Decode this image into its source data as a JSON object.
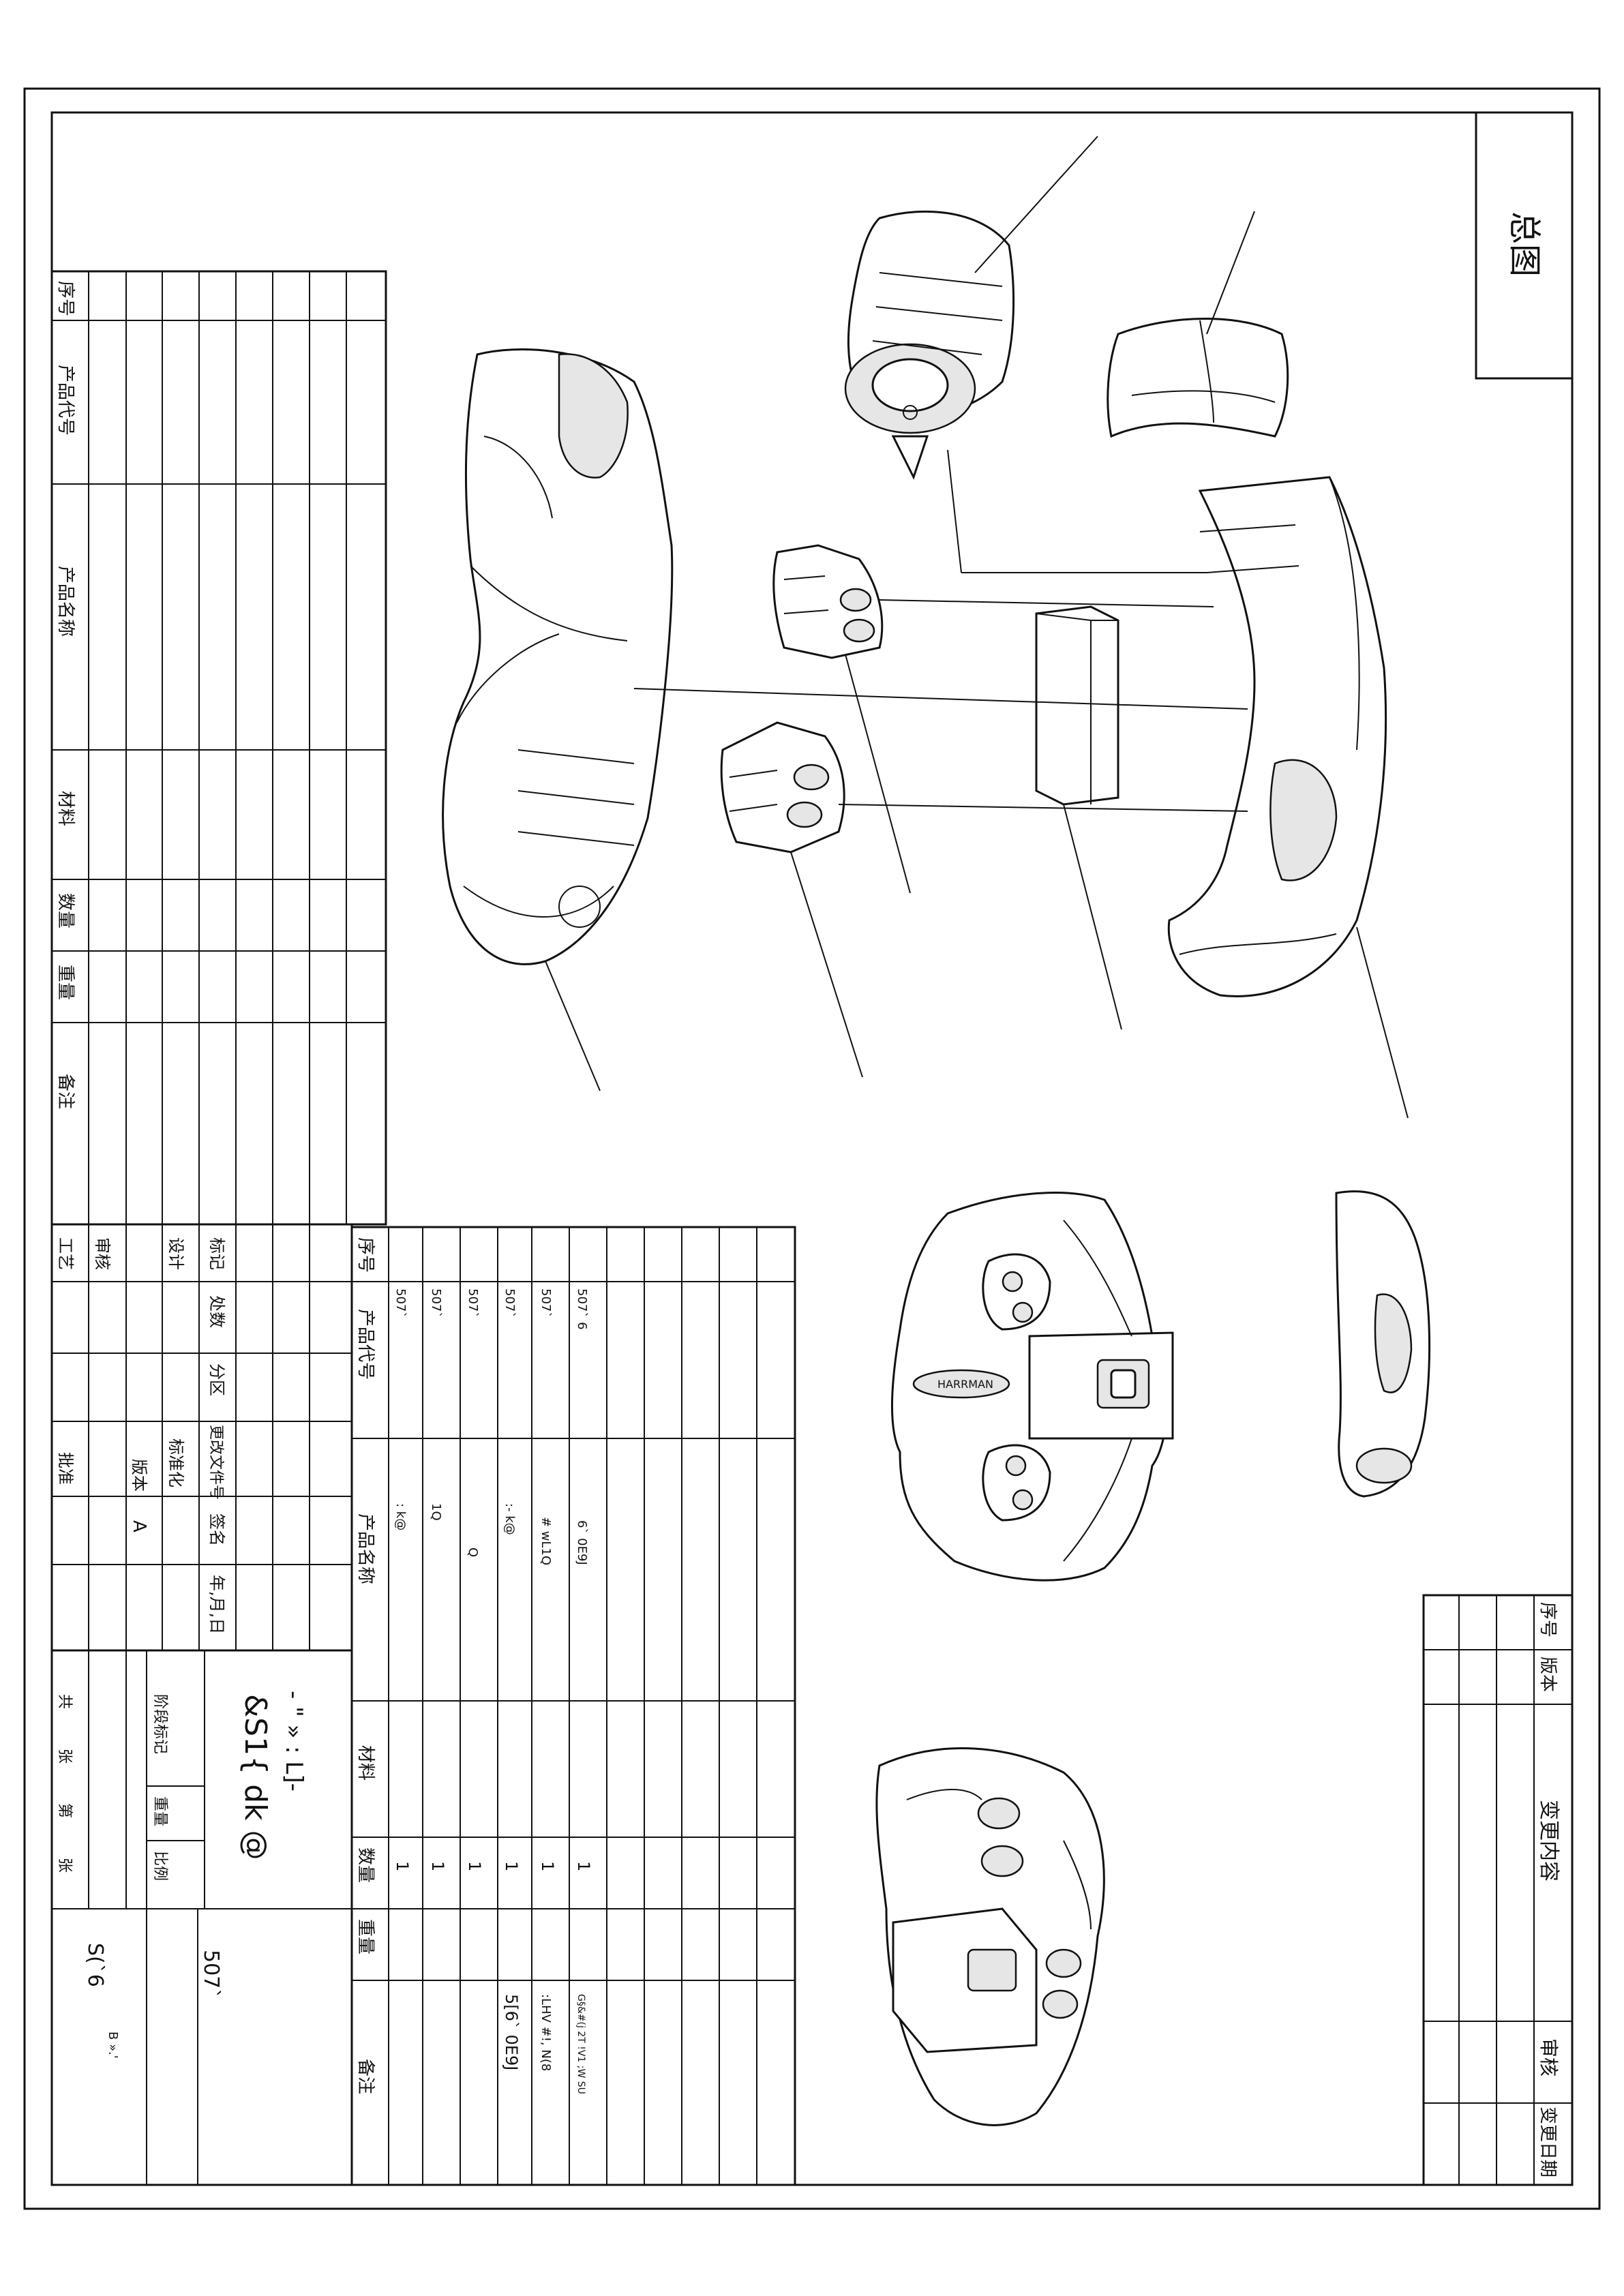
{
  "sheet_title": "总图",
  "top_left_table": {
    "headers": [
      "序号",
      "产品代号",
      "产品名称",
      "材料",
      "数量",
      "重量",
      "备注"
    ]
  },
  "sign_block": {
    "labels": [
      "标记",
      "处数",
      "分区",
      "更改文件号",
      "签名",
      "年,月,日"
    ],
    "roles": [
      "设计",
      "审核",
      "工艺",
      "批准",
      "标准化"
    ],
    "version_label": "版本",
    "version_value": "A"
  },
  "stage_block": {
    "stage_label": "阶段标记",
    "weight_label": "重量",
    "scale_label": "比例",
    "sheet_total": "共",
    "sheet_unit": "张",
    "sheet_num": "第",
    "sheet_unit2": "张"
  },
  "title_block": {
    "garbled_title": "&S1{ dk @",
    "garbled_sub1": "- \" » : L]-",
    "code_right": "507`",
    "code_bottom": "S(`6",
    "code_small": "B ».'"
  },
  "parts_table": {
    "headers": [
      "序号",
      "产品代号",
      "产品名称",
      "材料",
      "数量",
      "重量",
      "备注"
    ],
    "rows": [
      {
        "code": "507`",
        "name": ":  k@",
        "qty": "1",
        "note": ""
      },
      {
        "code": "507`",
        "name": "1Q",
        "qty": "1",
        "note": ""
      },
      {
        "code": "507`",
        "name": "Q",
        "qty": "1",
        "note": ""
      },
      {
        "code": "507`",
        "name": ":- k@",
        "qty": "1",
        "note": "5[6` 0E9J"
      },
      {
        "code": "507`",
        "name": "# wL1Q",
        "qty": "1",
        "note": ":LHV #!, N(8"
      },
      {
        "code": "507`  6",
        "name": "6` 0E9J",
        "qty": "1",
        "note": "G§&#(j 2T !V1 ;W SU"
      }
    ]
  },
  "revision_table": {
    "headers": [
      "序号",
      "版本",
      "变更内容",
      "审核",
      "变更日期"
    ]
  },
  "logo_text": "HARRMAN"
}
